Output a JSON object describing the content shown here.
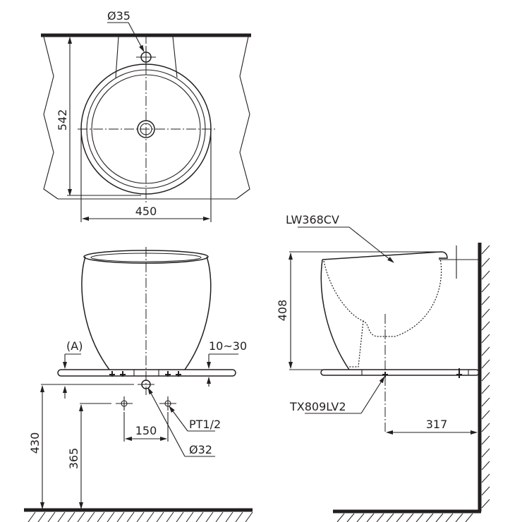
{
  "drawing": {
    "title": "Wash basin installation drawing",
    "colors": {
      "line": "#231f20",
      "background": "#ffffff"
    },
    "top_view": {
      "labels": {
        "faucet_hole": "Ø35",
        "depth": "542",
        "width": "450"
      }
    },
    "front_view": {
      "labels": {
        "ref_a": "(A)",
        "counter_thickness": "10~30",
        "drain_height": "430",
        "supply_height": "365",
        "supply_spacing": "150",
        "supply_thread": "PT1/2",
        "drain_diameter": "Ø32"
      }
    },
    "side_view": {
      "labels": {
        "basin_model": "LW368CV",
        "basin_height": "408",
        "drain_model": "TX809LV2",
        "wall_distance": "317"
      }
    }
  }
}
